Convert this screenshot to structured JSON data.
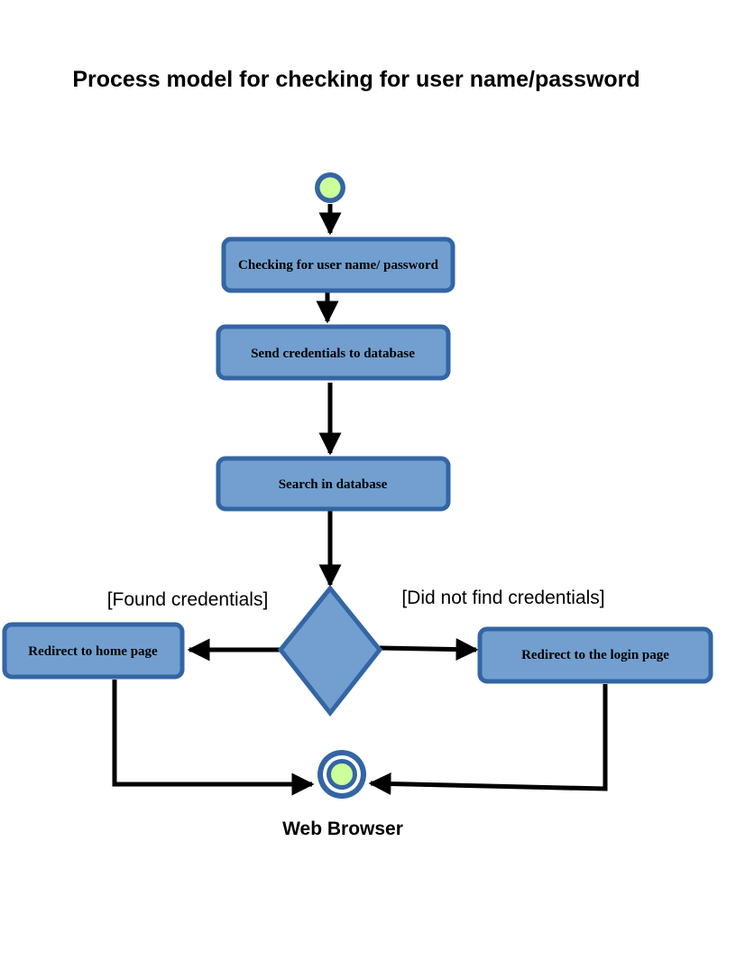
{
  "title": "Process model for checking for user name/password",
  "nodes": {
    "check_credentials": "Checking for user name/ password",
    "send_credentials": "Send credentials to database",
    "search_database": "Search in database",
    "redirect_home": "Redirect to home page",
    "redirect_login": "Redirect to the login page"
  },
  "guards": {
    "found": "[Found credentials]",
    "not_found": "[Did not find credentials]"
  },
  "final_node_label": "Web Browser",
  "colors": {
    "node_fill": "#729fcf",
    "node_border": "#3465a4",
    "start_fill": "#ccff99",
    "arrow": "#000000"
  }
}
